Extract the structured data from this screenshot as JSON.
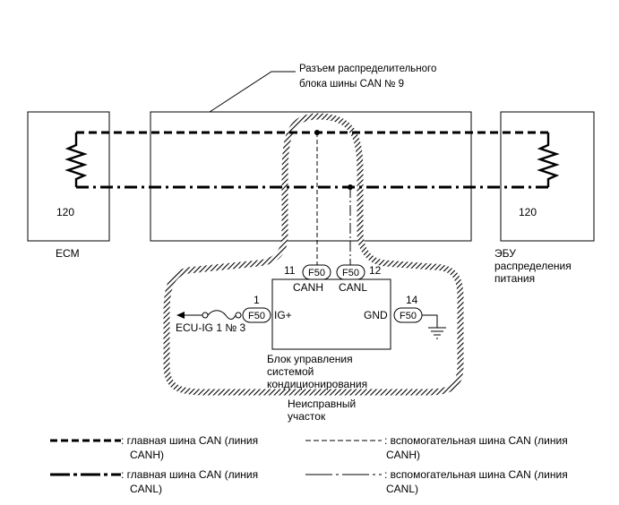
{
  "callout": {
    "line1": "Разъем распределительного",
    "line2": "блока шины CAN № 9"
  },
  "left_box": {
    "resistance": "120",
    "name": "ECM"
  },
  "right_box": {
    "resistance": "120",
    "name_line1": "ЭБУ",
    "name_line2": "распределения",
    "name_line3": "питания"
  },
  "ac_unit": {
    "name_line1": "Блок управления",
    "name_line2": "системой",
    "name_line3": "кондиционирования",
    "pins": {
      "canh": {
        "num": "11",
        "connector": "F50",
        "signal": "CANH"
      },
      "canl": {
        "num": "12",
        "connector": "F50",
        "signal": "CANL"
      },
      "ig": {
        "num": "1",
        "connector": "F50",
        "signal": "IG+"
      },
      "gnd": {
        "num": "14",
        "connector": "F50",
        "signal": "GND"
      }
    },
    "fuse_label": "ECU-IG 1 № 3"
  },
  "faulty_area": {
    "line1": "Неисправный",
    "line2": "участок"
  },
  "legend": [
    {
      "line1": ": главная шина CAN (линия",
      "line2": "CANH)"
    },
    {
      "line1": ": вспомогательная шина CAN (линия",
      "line2": "CANH)"
    },
    {
      "line1": ": главная шина CAN (линия",
      "line2": "CANL)"
    },
    {
      "line1": ": вспомогательная шина CAN (линия",
      "line2": "CANL)"
    }
  ]
}
